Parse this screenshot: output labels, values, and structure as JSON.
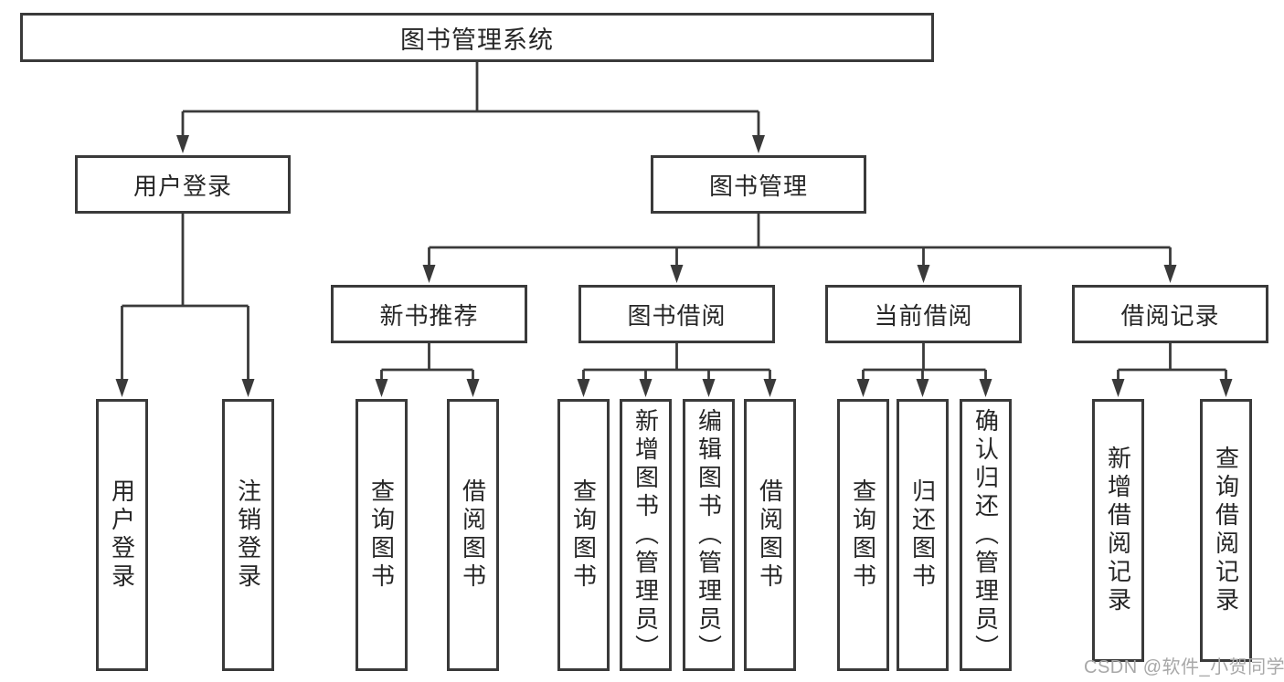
{
  "colors": {
    "line": "#3a3a3a",
    "ink": "#262626",
    "watermark": "#a8a8a8",
    "bg": "#ffffff"
  },
  "tree": {
    "label": "图书管理系统",
    "children": [
      {
        "label": "用户登录",
        "children": [
          {
            "label": "用户登录"
          },
          {
            "label": "注销登录"
          }
        ]
      },
      {
        "label": "图书管理",
        "children": [
          {
            "label": "新书推荐",
            "children": [
              {
                "label": "查询图书"
              },
              {
                "label": "借阅图书"
              }
            ]
          },
          {
            "label": "图书借阅",
            "children": [
              {
                "label": "查询图书"
              },
              {
                "label": "新增图书（管理员）"
              },
              {
                "label": "编辑图书（管理员）"
              },
              {
                "label": "借阅图书"
              }
            ]
          },
          {
            "label": "当前借阅",
            "children": [
              {
                "label": "查询图书"
              },
              {
                "label": "归还图书"
              },
              {
                "label": "确认归还（管理员）"
              }
            ]
          },
          {
            "label": "借阅记录",
            "children": [
              {
                "label": "新增借阅记录"
              },
              {
                "label": "查询借阅记录"
              }
            ]
          }
        ]
      }
    ]
  },
  "watermark": {
    "text": "CSDN @软件_小贺同学"
  }
}
